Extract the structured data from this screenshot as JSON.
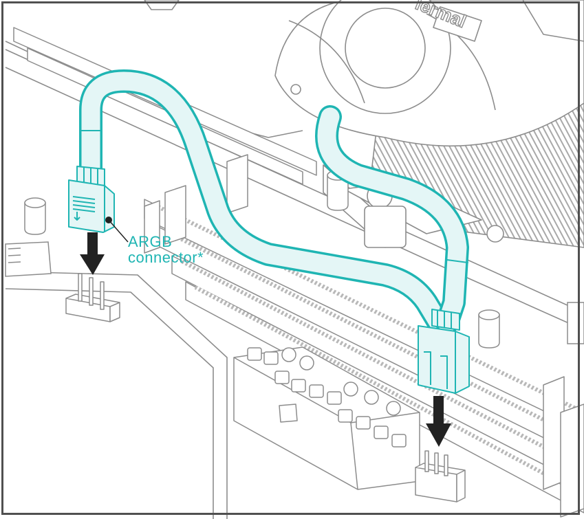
{
  "figure": {
    "callout": {
      "line1": "ARGB",
      "line2": "connector*"
    },
    "brand_text": "lermal",
    "colors": {
      "accent": "#1fb5b3",
      "accent_fill": "#e4f6f6",
      "line_art": "#8c8c8c",
      "arrow": "#222222",
      "frame": "#505050"
    },
    "icons": [
      "down-arrow-icon",
      "down-arrow-icon"
    ]
  }
}
